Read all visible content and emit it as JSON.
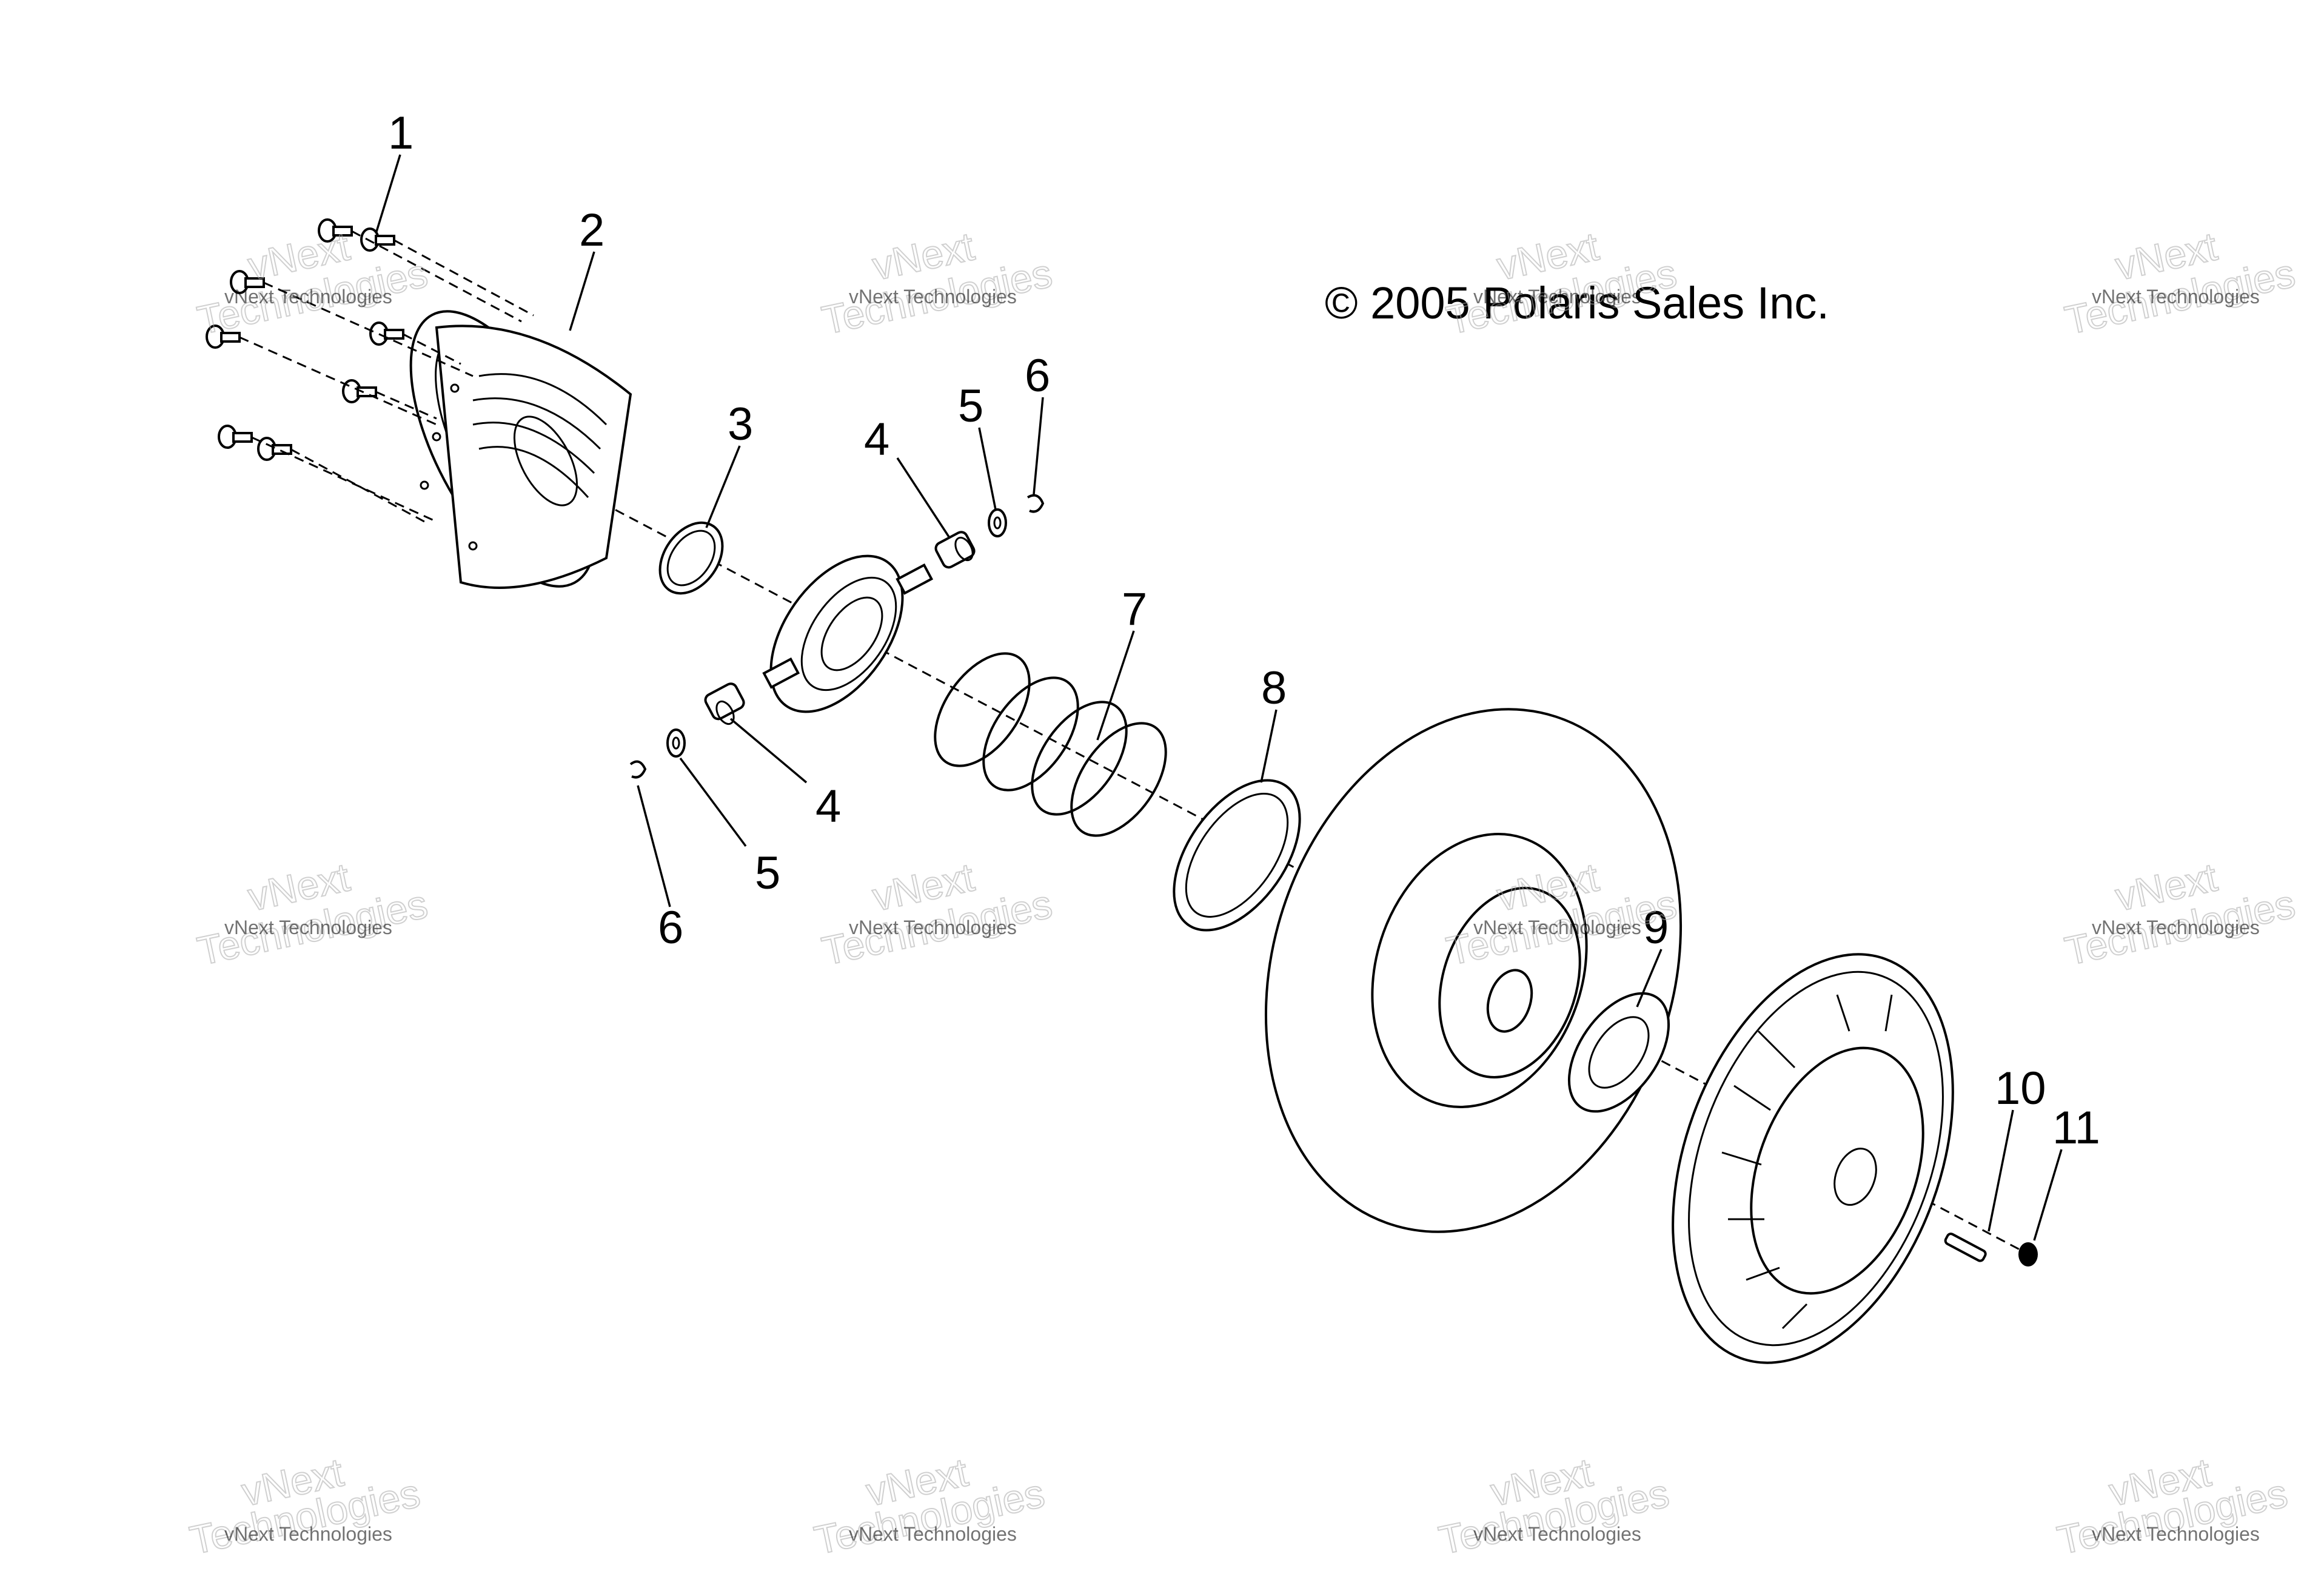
{
  "copyright": "© 2005 Polaris Sales Inc.",
  "watermark": {
    "line1": "vNext Technologies",
    "line2": "vNext",
    "line3": "Technologies"
  },
  "callouts": [
    {
      "id": "c1",
      "text": "1"
    },
    {
      "id": "c2",
      "text": "2"
    },
    {
      "id": "c3",
      "text": "3"
    },
    {
      "id": "c4a",
      "text": "4"
    },
    {
      "id": "c5a",
      "text": "5"
    },
    {
      "id": "c6a",
      "text": "6"
    },
    {
      "id": "c7",
      "text": "7"
    },
    {
      "id": "c8",
      "text": "8"
    },
    {
      "id": "c4b",
      "text": "4"
    },
    {
      "id": "c5b",
      "text": "5"
    },
    {
      "id": "c6b",
      "text": "6"
    },
    {
      "id": "c9",
      "text": "9"
    },
    {
      "id": "c10",
      "text": "10"
    },
    {
      "id": "c11",
      "text": "11"
    }
  ]
}
